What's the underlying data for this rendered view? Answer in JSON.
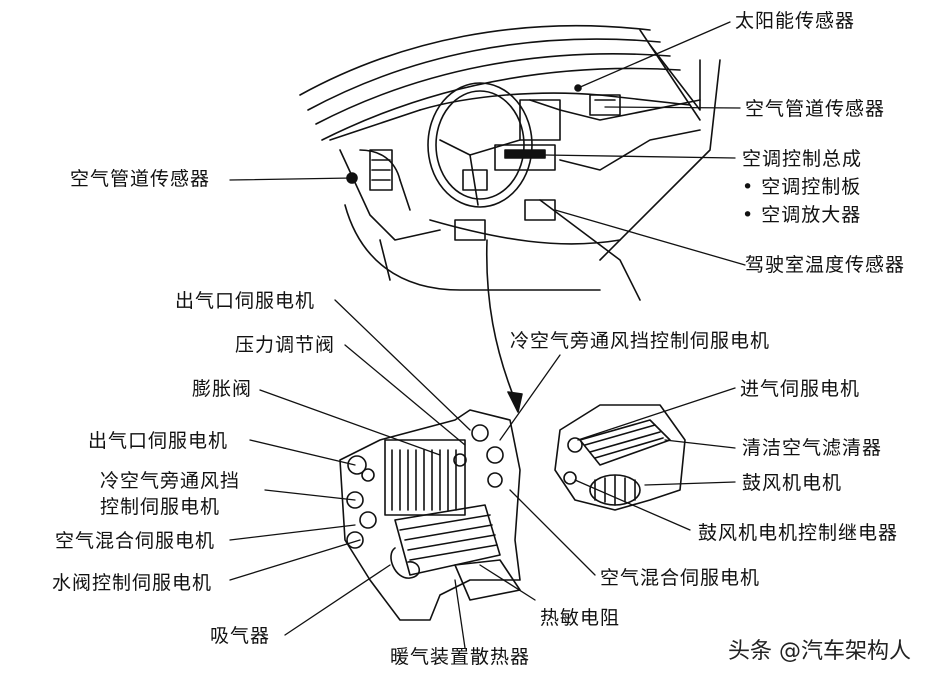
{
  "labels": {
    "solar_sensor": "太阳能传感器",
    "duct_sensor_right": "空气管道传感器",
    "duct_sensor_left": "空气管道传感器",
    "ac_control_assembly": "空调控制总成",
    "ac_control_panel": "• 空调控制板",
    "ac_amplifier": "• 空调放大器",
    "cabin_temp_sensor": "驾驶室温度传感器",
    "outlet_servo_top": "出气口伺服电机",
    "pressure_valve": "压力调节阀",
    "cold_bypass_servo_right": "冷空气旁通风挡控制伺服电机",
    "expansion_valve": "膨胀阀",
    "intake_servo": "进气伺服电机",
    "outlet_servo_left": "出气口伺服电机",
    "cabin_filter": "清洁空气滤清器",
    "cold_bypass_servo_left_1": "冷空气旁通风挡",
    "cold_bypass_servo_left_2": "控制伺服电机",
    "blower_motor": "鼓风机电机",
    "mix_servo_left": "空气混合伺服电机",
    "blower_relay": "鼓风机电机控制继电器",
    "water_valve_servo": "水阀控制伺服电机",
    "mix_servo_right": "空气混合伺服电机",
    "thermistor": "热敏电阻",
    "aspirator": "吸气器",
    "heater_core": "暖气装置散热器"
  },
  "watermark": "头条 @汽车架构人"
}
